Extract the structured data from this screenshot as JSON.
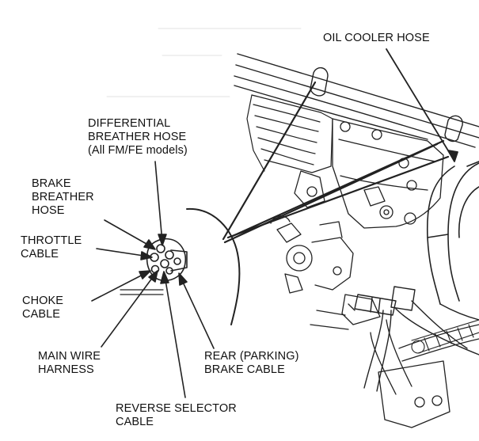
{
  "diagram": {
    "labels": {
      "oil_cooler_hose": "OIL COOLER HOSE",
      "differential_breather_hose": [
        "DIFFERENTIAL",
        "BREATHER HOSE",
        "(All FM/FE models)"
      ],
      "brake_breather_hose": [
        "BRAKE",
        "BREATHER",
        "HOSE"
      ],
      "throttle_cable": [
        "THROTTLE",
        "CABLE"
      ],
      "choke_cable": [
        "CHOKE",
        "CABLE"
      ],
      "main_wire_harness": [
        "MAIN WIRE",
        "HARNESS"
      ],
      "rear_parking_brake_cable": [
        "REAR (PARKING)",
        "BRAKE CABLE"
      ],
      "reverse_selector_cable": [
        "REVERSE SELECTOR",
        "CABLE"
      ]
    }
  }
}
